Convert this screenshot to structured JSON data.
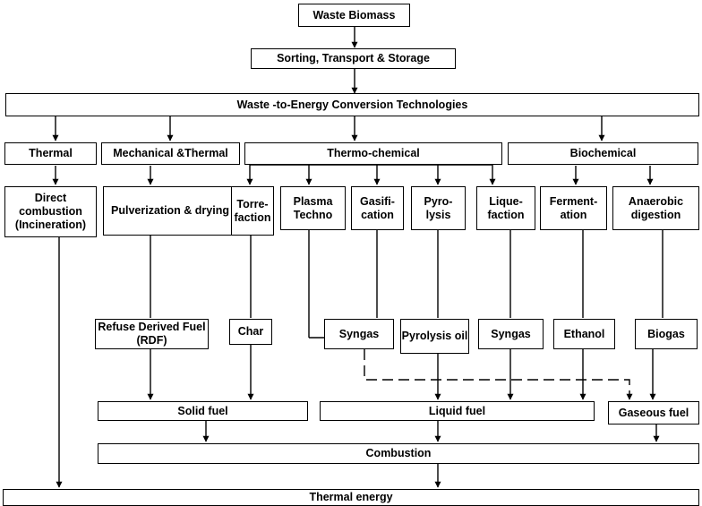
{
  "nodes": {
    "waste_biomass": "Waste Biomass",
    "sorting": "Sorting, Transport & Storage",
    "wte": "Waste -to-Energy Conversion  Technologies",
    "thermal": "Thermal",
    "mech_thermal": "Mechanical &Thermal",
    "thermo_chemical": "Thermo-chemical",
    "biochemical": "Biochemical",
    "direct_combustion": "Direct combustion (Incineration)",
    "pulverization": "Pulverization & drying",
    "torrefaction": "Torre-faction",
    "plasma": "Plasma Techno",
    "gasification": "Gasifi-cation",
    "pyrolysis": "Pyro-lysis",
    "liquefaction": "Lique-faction",
    "fermentation": "Ferment-ation",
    "anaerobic": "Anaerobic digestion",
    "rdf": "Refuse Derived Fuel (RDF)",
    "char": "Char",
    "syngas1": "Syngas",
    "pyrolysis_oil": "Pyrolysis oil",
    "syngas2": "Syngas",
    "ethanol": "Ethanol",
    "biogas": "Biogas",
    "solid_fuel": "Solid fuel",
    "liquid_fuel": "Liquid fuel",
    "gaseous_fuel": "Gaseous fuel",
    "combustion": "Combustion",
    "thermal_energy": "Thermal energy"
  }
}
